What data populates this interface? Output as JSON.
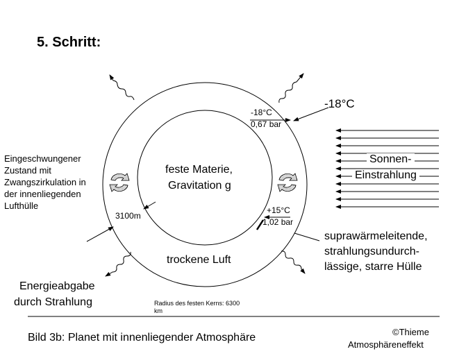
{
  "step_title": "5. Schritt:",
  "labels": {
    "outer_temp": "-18°C",
    "top_temp": "-18°C",
    "top_pressure": "0,67 bar",
    "bottom_temp": "+15°C",
    "bottom_pressure": "1,02 bar",
    "thickness": "3100m",
    "core_line1": "feste Materie,",
    "core_line2": "Gravitation g",
    "air": "trockene Luft",
    "sun_line1": "Sonnen-",
    "sun_line2": "Einstrahlung",
    "state_lines": [
      "Eingeschwungener",
      "Zustand mit",
      "Zwangszirkulation in",
      "der innenliegenden",
      "Lufthülle"
    ],
    "shell_lines": [
      "suprawärmeleitende,",
      "strahlungsundurch-",
      "lässige, starre Hülle"
    ],
    "energy_line1": "Energieabgabe",
    "energy_line2": "durch Strahlung",
    "radius_line1": "Radius des festen Kerns: 6300",
    "radius_line2": "km"
  },
  "caption": "Bild 3b: Planet mit innenliegender Atmosphäre",
  "credit_line1": "©Thieme",
  "credit_line2": "Atmosphäreneffekt",
  "icons": [
    "circulation-arrows-icon",
    "radiation-wave-arrow-icon",
    "sun-ray-arrow-icon"
  ],
  "colors": {
    "circulation_fill": "#cfcfcf",
    "ink": "#000000"
  }
}
